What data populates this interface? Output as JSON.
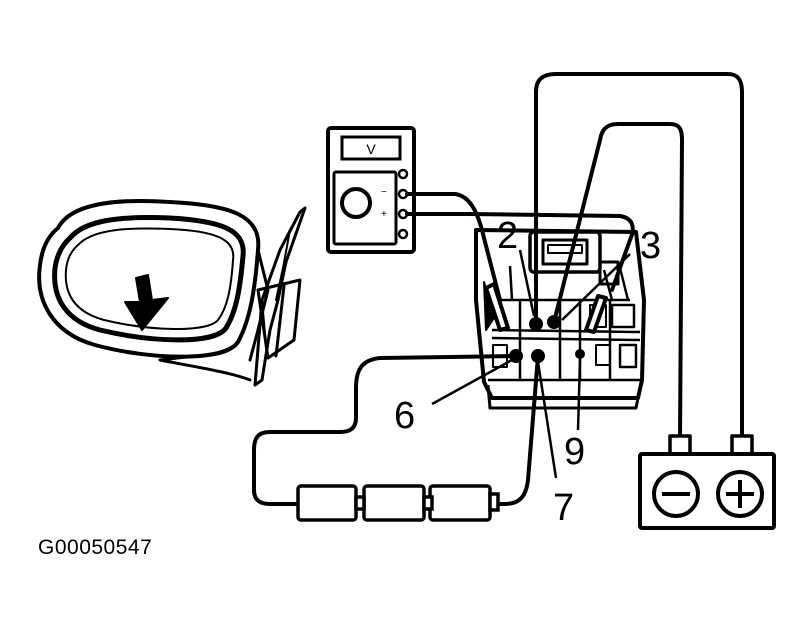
{
  "meter": {
    "display_label": "V",
    "neg_label": "−",
    "pos_label": "+"
  },
  "connector": {
    "pins": [
      {
        "number": "2",
        "label": "2"
      },
      {
        "number": "3",
        "label": "3"
      },
      {
        "number": "6",
        "label": "6"
      },
      {
        "number": "7",
        "label": "7"
      },
      {
        "number": "9",
        "label": "9"
      }
    ]
  },
  "battery": {
    "neg_symbol": "negative-terminal",
    "pos_symbol": "positive-terminal"
  },
  "figure_id": "G00050547"
}
